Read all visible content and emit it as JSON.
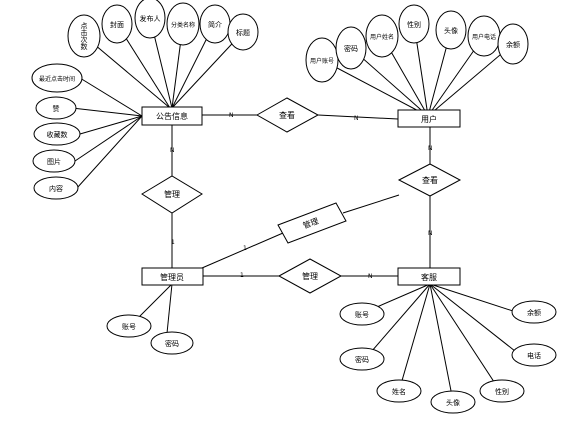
{
  "entities": {
    "announcement": "公告信息",
    "user": "用户",
    "admin": "管理员",
    "customer_service": "客服"
  },
  "relationships": {
    "view_top": "查看",
    "manage_left": "管理",
    "manage_diag": "管理",
    "view_right": "查看",
    "manage_bottom": "管理"
  },
  "announcement_attributes": {
    "click_count": "点击次数",
    "cover": "封面",
    "publisher": "发布人",
    "category_name": "分类名称",
    "intro": "简介",
    "title": "标题",
    "last_click_time": "最近点击时间",
    "like": "赞",
    "favorites": "收藏数",
    "image": "图片",
    "content": "内容"
  },
  "user_attributes": {
    "account": "用户账号",
    "password": "密码",
    "name": "用户姓名",
    "gender": "性别",
    "avatar": "头像",
    "phone": "用户电话",
    "balance": "余额"
  },
  "admin_attributes": {
    "account": "账号",
    "password": "密码"
  },
  "customer_service_attributes": {
    "account": "账号",
    "password": "密码",
    "name": "姓名",
    "avatar": "头像",
    "gender": "性别",
    "phone": "电话",
    "balance": "余额"
  },
  "cardinality": {
    "n": "N",
    "one": "1"
  }
}
